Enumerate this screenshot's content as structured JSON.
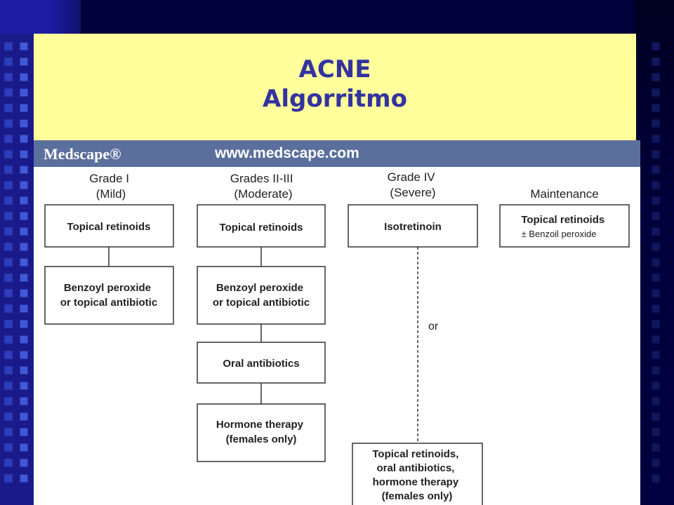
{
  "title": {
    "line1": "ACNE",
    "line2": "Algorritmo"
  },
  "banner": {
    "logo": "Medscape®",
    "url": "www.medscape.com"
  },
  "columns": [
    {
      "heading": [
        "Grade I",
        "(Mild)"
      ]
    },
    {
      "heading": [
        "Grades II-III",
        "(Moderate)"
      ]
    },
    {
      "heading": [
        "Grade IV",
        "(Severe)"
      ]
    },
    {
      "heading": [
        "Maintenance"
      ]
    }
  ],
  "boxes": {
    "grade1_step1": [
      "Topical retinoids"
    ],
    "grade1_step2": [
      "Benzoyl peroxide",
      "or topical antibiotic"
    ],
    "grade23_step1": [
      "Topical retinoids"
    ],
    "grade23_step2": [
      "Benzoyl peroxide",
      "or topical antibiotic"
    ],
    "grade23_step3": [
      "Oral antibiotics"
    ],
    "grade23_step4": [
      "Hormone therapy",
      "(females only)"
    ],
    "grade4_step1": [
      "Isotretinoin"
    ],
    "grade4_alt": [
      "Topical retinoids,",
      "oral antibiotics,",
      "hormone therapy",
      "(females only)"
    ],
    "maintenance": [
      "Topical retinoids",
      "± Benzoil peroxide"
    ]
  },
  "connector_label": "or",
  "colors": {
    "title_panel": "#ffff9c",
    "title_text": "#3333a0",
    "banner": "#5b6f9c",
    "background": "#00003a"
  }
}
